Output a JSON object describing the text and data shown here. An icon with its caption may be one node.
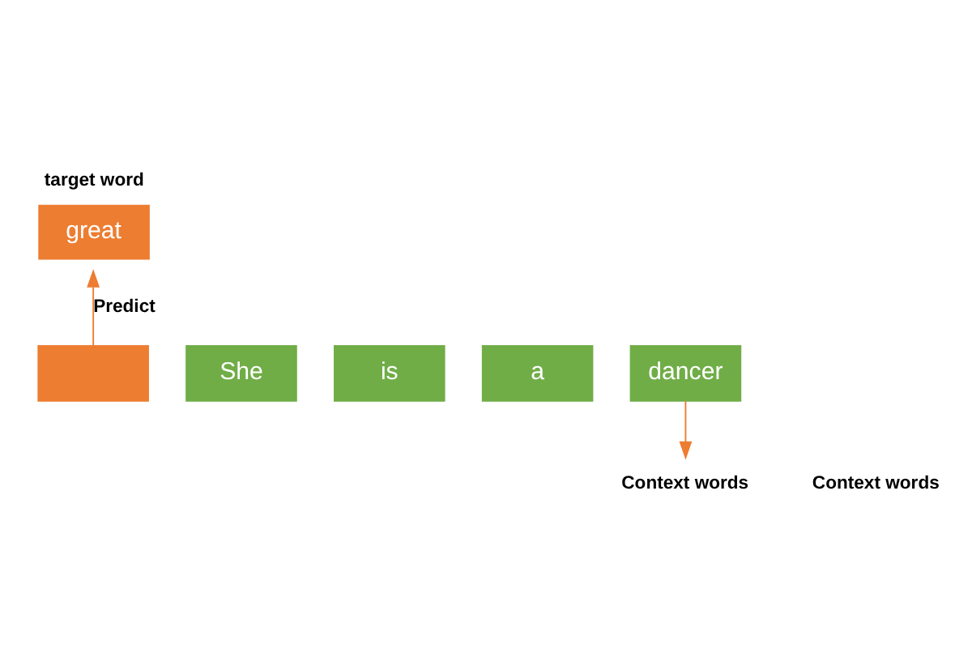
{
  "diagram": {
    "nodes": [
      {
        "text": [
          "great"
        ],
        "beside": [
          "target word"
        ]
      },
      {
        "text": [],
        "shape": "box"
      },
      {
        "text": [
          "She"
        ]
      },
      {
        "text": [
          "is"
        ]
      },
      {
        "text": [
          "a"
        ]
      },
      {
        "text": [
          "dancer"
        ]
      },
      {
        "text": [
          "Context words"
        ]
      }
    ],
    "edges": [
      {
        "from": 1,
        "to": 0,
        "arrow": "to",
        "label": "Predict"
      },
      {
        "from": 5,
        "to": 6,
        "arrow": "to"
      }
    ],
    "labels": [
      "Context words"
    ]
  }
}
